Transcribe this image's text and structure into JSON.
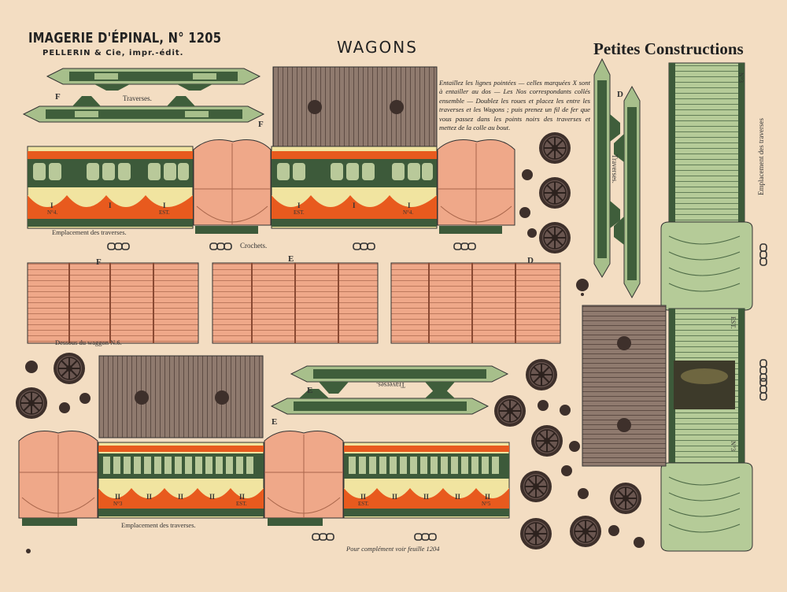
{
  "publisher": {
    "name": "IMAGERIE D'ÉPINAL, N° 1205",
    "printer": "PELLERIN & Cie, impr.-édit."
  },
  "title": "WAGONS",
  "series": "Petites Constructions",
  "instructions": "Entaillez les lignes pointées — celles marquées X sont à entailler au dos — Les Nos correspondants collés ensemble — Doublez les roues et placez les entre les traverses et les Wagons ; puis prenez un fil de fer que vous passez dans les points noirs des traverses et mettez de la colle au bout.",
  "labels": {
    "traverses_top": "Traverses.",
    "traverses_vertical": "Traverses.",
    "traverses_mid": "Traverses.",
    "emplacement_1": "Emplacement des traverses.",
    "emplacement_2": "Emplacement des traverses.",
    "emplacement_vertical": "Emplacement des traverses",
    "crochets": "Crochets.",
    "dessous": "Dessous du waggon N.6.",
    "footer": "Pour complément voir feuille 1204"
  },
  "letters": {
    "f1": "F",
    "f2": "F",
    "f3": "F",
    "e1": "E",
    "e2": "E",
    "e3": "E",
    "d1": "D",
    "d2": "D"
  },
  "door_marks": {
    "car1": [
      "I",
      "I",
      "I"
    ],
    "car1_sub": [
      "N°4.",
      "",
      "EST."
    ],
    "car2": [
      "I",
      "I",
      "I"
    ],
    "car2_sub": [
      "EST.",
      "",
      "N°4."
    ],
    "car3": [
      "II",
      "II",
      "II",
      "II",
      "II"
    ],
    "car3_sub": [
      "N°3",
      "",
      "",
      "",
      "EST."
    ],
    "car4": [
      "II",
      "II",
      "II",
      "II",
      "II"
    ],
    "car4_sub": [
      "EST.",
      "",
      "",
      "",
      "N°5"
    ],
    "van_top": "N°3",
    "van_mid": "EST.",
    "van_bottom": "N°3"
  },
  "colors": {
    "paper": "#f3ddc2",
    "green": "#a9c28e",
    "dark_green": "#3d5a3a",
    "salmon": "#f0ad8c",
    "orange": "#e85a1e",
    "yellow": "#f3e7a0",
    "roof_brown": "#8a7468",
    "wheel": "#4a3c36"
  }
}
